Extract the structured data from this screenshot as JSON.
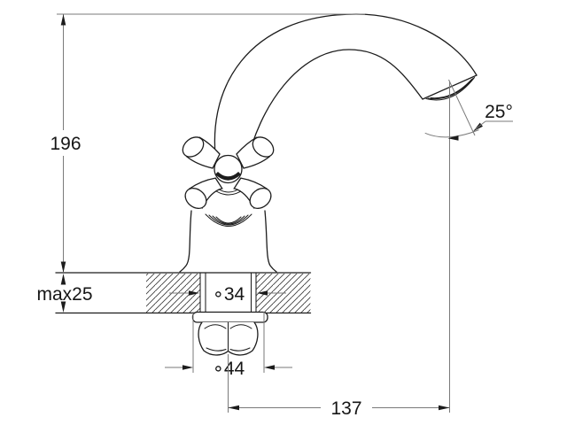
{
  "drawing": {
    "title": "single-hole basin tap dimensional drawing",
    "dims": {
      "height": "196",
      "deck_thickness": "max25",
      "hole_diameter": "∘34",
      "base_diameter": "∘44",
      "spout_reach": "137",
      "spout_angle": "25°"
    },
    "colors": {
      "model_line": "#1c1c1c",
      "dimension_line": "#7a7a7a",
      "text": "#161616",
      "background": "#ffffff"
    }
  }
}
